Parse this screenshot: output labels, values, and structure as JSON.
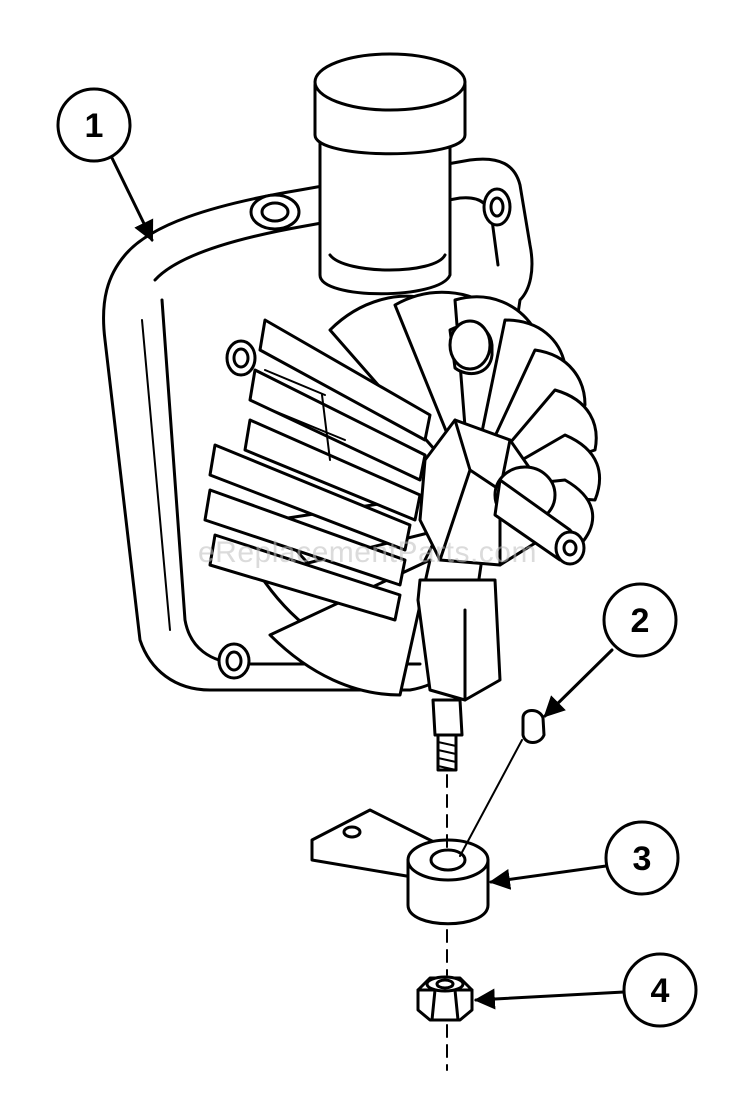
{
  "watermark": "eReplacementParts.com",
  "callouts": [
    {
      "id": "1",
      "label": "1"
    },
    {
      "id": "2",
      "label": "2"
    },
    {
      "id": "3",
      "label": "3"
    },
    {
      "id": "4",
      "label": "4"
    }
  ],
  "colors": {
    "ink": "#000000",
    "paper": "#ffffff",
    "watermark": "#bdbdbd"
  }
}
